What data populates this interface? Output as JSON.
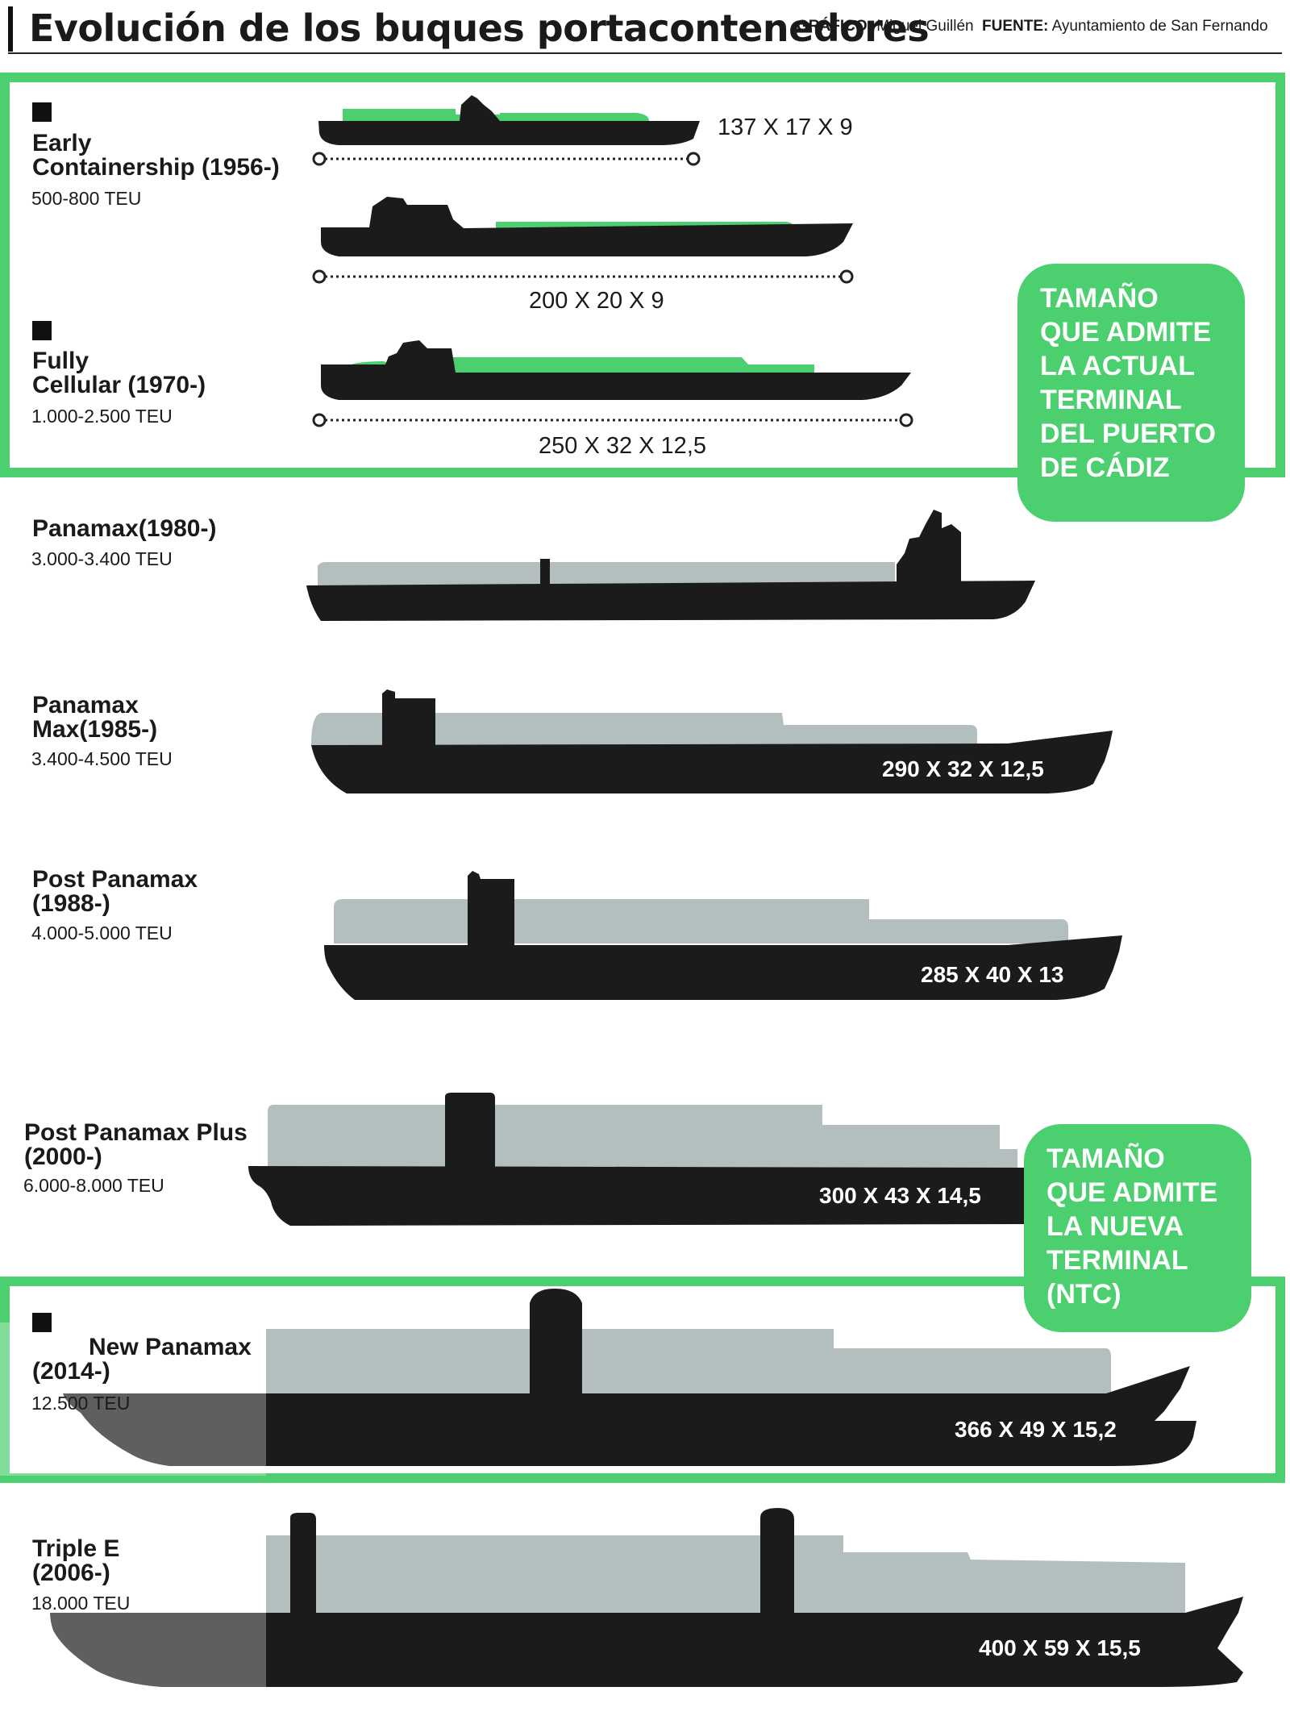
{
  "header": {
    "title": "Evolución de los buques portacontenedores",
    "grafico_label": "GRÁFICO:",
    "grafico_value": "Miguel Guillén",
    "fuente_label": "FUENTE:",
    "fuente_value": "Ayuntamiento de San Fernando"
  },
  "colors": {
    "green": "#4ccf6f",
    "hull": "#1b1b1b",
    "cargo_gray": "#b3bfbe",
    "text": "#1a1a1a"
  },
  "ships": [
    {
      "name": "Early\nContainership (1956-)",
      "teu": "500-800 TEU",
      "bullet": true
    },
    {
      "name": "Fully\nCellular (1970-)",
      "teu": "1.000-2.500 TEU",
      "bullet": true
    },
    {
      "name": "Panamax(1980-)",
      "teu": "3.000-3.400 TEU",
      "bullet": false
    },
    {
      "name": "Panamax\nMax(1985-)",
      "teu": "3.400-4.500 TEU",
      "bullet": false
    },
    {
      "name": "Post Panamax\n(1988-)",
      "teu": "4.000-5.000 TEU",
      "bullet": false
    },
    {
      "name": "Post Panamax Plus\n(2000-)",
      "teu": "6.000-8.000 TEU",
      "bullet": false
    },
    {
      "name": "New Panamax\n(2014-)",
      "teu": "12.500 TEU",
      "bullet": true
    },
    {
      "name": "Triple E\n(2006-)",
      "teu": "18.000 TEU",
      "bullet": false
    }
  ],
  "dimensions": {
    "d1": "137 X 17 X 9",
    "d2": "200 X 20 X 9",
    "d3": "250 X 32 X 12,5",
    "d4": "290 X 32 X 12,5",
    "d5": "285 X 40 X 13",
    "d6": "300 X 43 X 14,5",
    "d7": "366 X 49 X 15,2",
    "d8": "400 X 59 X 15,5"
  },
  "callouts": {
    "current": "TAMAÑO\nQUE ADMITE\nLA ACTUAL\nTERMINAL\nDEL PUERTO\nDE CÁDIZ",
    "new": "TAMAÑO\nQUE ADMITE\nLA NUEVA\nTERMINAL\n(NTC)"
  }
}
